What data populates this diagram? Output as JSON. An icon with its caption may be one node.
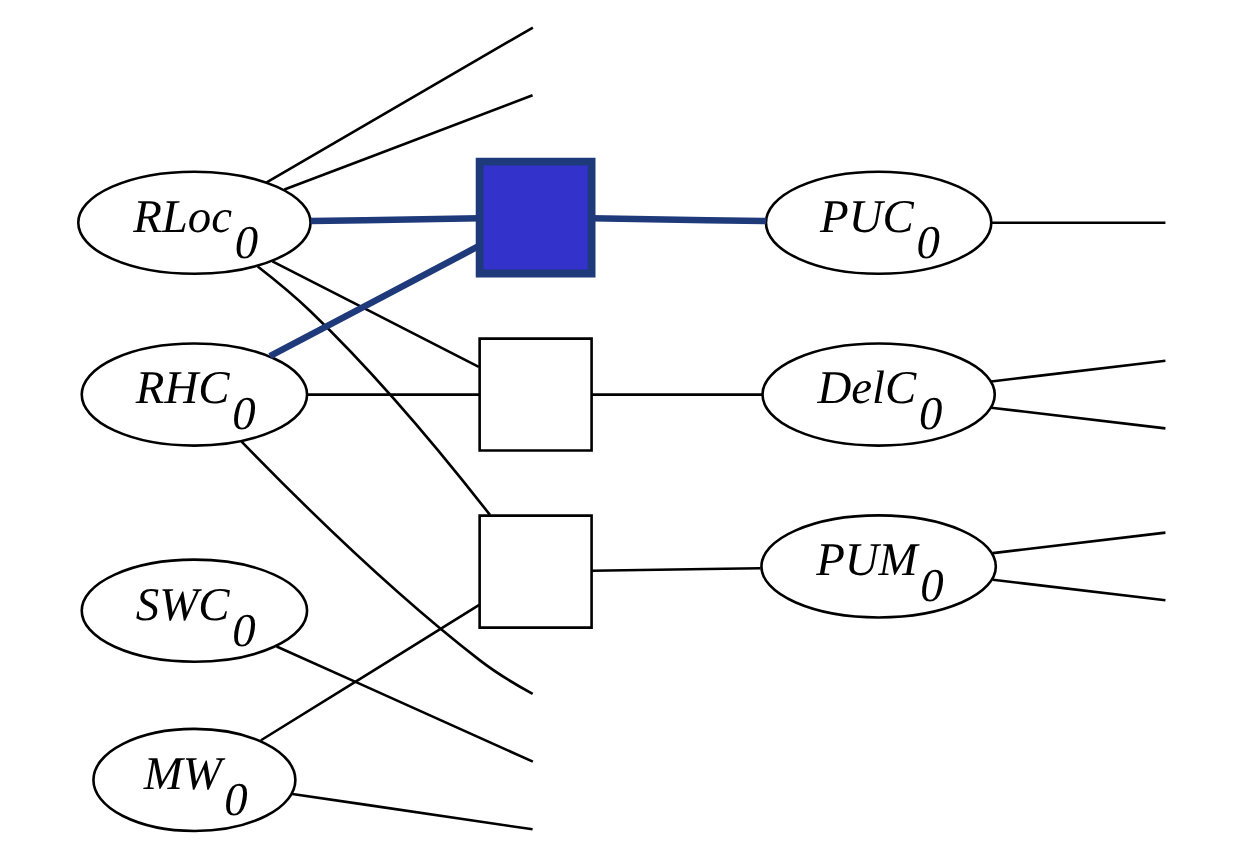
{
  "diagram": {
    "nodes": [
      {
        "text": [
          "RLoc$_{0}$"
        ]
      },
      {
        "text": [
          "RHC$_{0}$"
        ]
      },
      {
        "text": [
          "SWC$_{0}$"
        ]
      },
      {
        "text": [
          "MW$_{0}$"
        ]
      },
      {
        "text": [],
        "shape": "box"
      },
      {
        "text": [],
        "shape": "box"
      },
      {
        "text": [],
        "shape": "box"
      },
      {
        "text": [
          "PUC$_{0}$"
        ]
      },
      {
        "text": [
          "DelC$_{0}$"
        ]
      },
      {
        "text": [
          "PUM$_{0}$"
        ]
      }
    ],
    "edges": [
      {
        "from": 0,
        "to": 4,
        "arrow": "none",
        "color": "#1f3a7a",
        "style": "thick"
      },
      {
        "from": 1,
        "to": 4,
        "arrow": "none",
        "color": "#1f3a7a",
        "style": "thick"
      },
      {
        "from": 4,
        "to": 7,
        "arrow": "none",
        "color": "#1f3a7a",
        "style": "thick"
      },
      {
        "from": 0,
        "to": 5,
        "arrow": "none"
      },
      {
        "from": 1,
        "to": 5,
        "arrow": "none"
      },
      {
        "from": 5,
        "to": 8,
        "arrow": "none"
      },
      {
        "from": 0,
        "to": 6,
        "arrow": "none"
      },
      {
        "from": 3,
        "to": 6,
        "arrow": "none"
      },
      {
        "from": 6,
        "to": 9,
        "arrow": "none"
      },
      {
        "from": 0,
        "to": null,
        "arrow": "none"
      },
      {
        "from": 0,
        "to": null,
        "arrow": "none"
      },
      {
        "from": 1,
        "to": null,
        "arrow": "none"
      },
      {
        "from": 2,
        "to": null,
        "arrow": "none"
      },
      {
        "from": 3,
        "to": null,
        "arrow": "none"
      },
      {
        "from": 7,
        "to": null,
        "arrow": "none"
      },
      {
        "from": 8,
        "to": null,
        "arrow": "none"
      },
      {
        "from": 8,
        "to": null,
        "arrow": "none"
      },
      {
        "from": 9,
        "to": null,
        "arrow": "none"
      },
      {
        "from": 9,
        "to": null,
        "arrow": "none"
      }
    ]
  }
}
